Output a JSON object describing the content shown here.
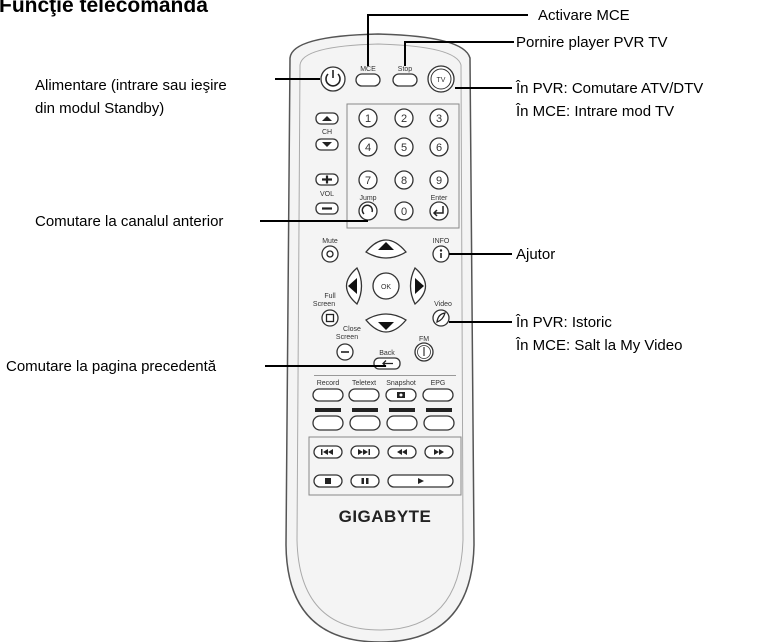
{
  "title": "Funcţie telecomandă",
  "brand": "GIGABYTE",
  "callouts": {
    "activare_mce": "Activare MCE",
    "pornire_pvr": "Pornire player PVR TV",
    "alimentare_1": "Alimentare (intrare sau ieşire",
    "alimentare_2": "din modul Standby)",
    "comutare_atv_1": "În PVR: Comutare ATV/DTV",
    "comutare_atv_2": "În MCE: Intrare mod TV",
    "canal_anterior": "Comutare la canalul anterior",
    "ajutor": "Ajutor",
    "istoric_1": "În PVR: Istoric",
    "istoric_2": "În MCE: Salt la My Video",
    "pagina_precedenta": "Comutare la pagina precedentă"
  },
  "buttons": {
    "mce": "MCE",
    "stop": "Stop",
    "tv": "TV",
    "ch": "CH",
    "vol": "VOL",
    "jump": "Jump",
    "enter": "Enter",
    "mute": "Mute",
    "info": "INFO",
    "ok": "OK",
    "full_1": "Full",
    "full_2": "Screen",
    "video": "Video",
    "close_1": "Close",
    "close_2": "Screen",
    "back": "Back",
    "fm": "FM",
    "record": "Record",
    "teletext": "Teletext",
    "snapshot": "Snapshot",
    "epg": "EPG",
    "digits": [
      "1",
      "2",
      "3",
      "4",
      "5",
      "6",
      "7",
      "8",
      "9",
      "0"
    ]
  },
  "icons": [
    "power-icon",
    "arrow-up-icon",
    "arrow-down-icon",
    "plus-icon",
    "minus-icon",
    "jump-icon",
    "enter-icon",
    "mute-icon",
    "info-icon",
    "nav-up-icon",
    "nav-down-icon",
    "nav-left-icon",
    "nav-right-icon",
    "fullscreen-icon",
    "video-icon",
    "close-screen-icon",
    "back-icon",
    "fm-icon",
    "camera-icon",
    "prev-track-icon",
    "next-track-icon",
    "rewind-icon",
    "fast-forward-icon",
    "stop-icon",
    "pause-icon",
    "play-icon"
  ],
  "colors": {
    "bar_color": "#222222",
    "body_fill": "#f4f4f4"
  }
}
